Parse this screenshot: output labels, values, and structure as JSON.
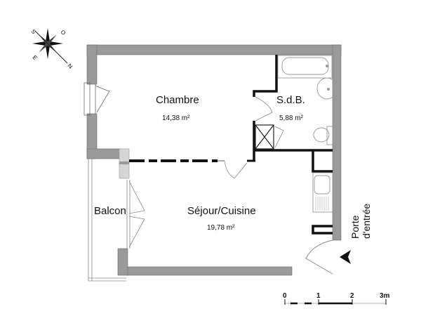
{
  "compass": {
    "labels": {
      "s": "S",
      "o": "O",
      "e": "E",
      "n": "N"
    }
  },
  "rooms": [
    {
      "name": "Chambre",
      "area": "14,38 m²"
    },
    {
      "name": "S.d.B.",
      "area": "5,88 m²"
    },
    {
      "name": "Séjour/Cuisine",
      "area": "19,78 m²"
    },
    {
      "name": "Balcon",
      "area": ""
    }
  ],
  "entrance": {
    "line1": "Porte",
    "line2": "d'entrée"
  },
  "scale": {
    "ticks": [
      "0",
      "1",
      "2",
      "3m"
    ]
  },
  "colors": {
    "wall": "#9a9a9a",
    "wall_dark": "#111111",
    "fixture": "#bbbbbb",
    "background": "#ffffff"
  }
}
